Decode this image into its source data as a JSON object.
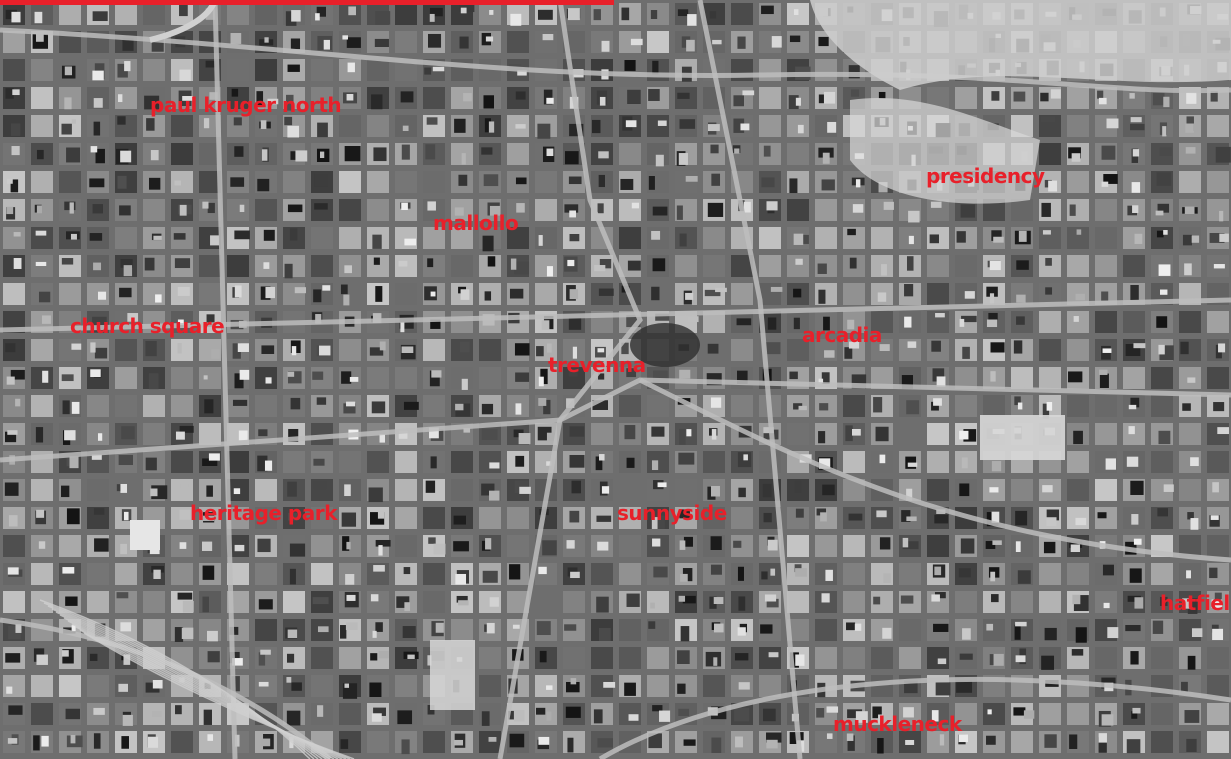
{
  "map": {
    "kind": "aerial photograph",
    "palette": {
      "ground": "#6e6e6e",
      "road": "#bdbdbd",
      "block_light": "#b8b8b8",
      "block_dark": "#3a3a3a",
      "park": "#d8d8d8",
      "label": "#e8202a"
    },
    "labels": {
      "paul_kruger_north": "paul kruger north",
      "presidency": "presidency",
      "mallollo": "mallollo",
      "church_square": "church square",
      "arcadia": "arcadia",
      "trevenna": "trevenna",
      "heritage_park": "heritage park",
      "sunnyside": "sunnyside",
      "hatfield": "hatfiel",
      "muckleneck": "muckleneck"
    }
  }
}
